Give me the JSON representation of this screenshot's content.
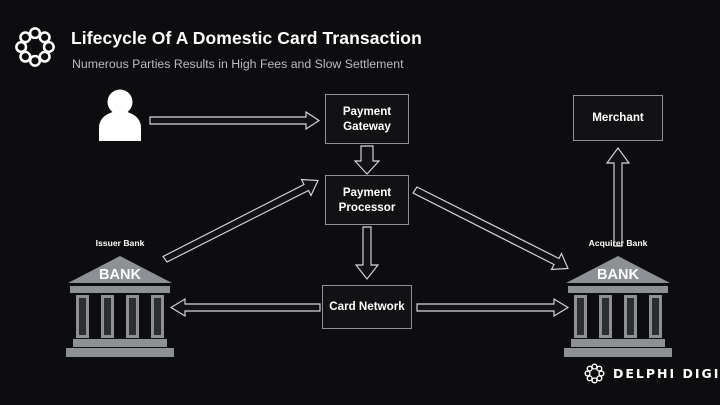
{
  "header": {
    "logo_icon": "delphi-ring-logo",
    "title": "Lifecycle Of A Domestic Card Transaction",
    "subtitle": "Numerous Parties Results in High Fees and Slow Settlement"
  },
  "diagram": {
    "type": "flow-diagram",
    "nodes": [
      {
        "id": "customer",
        "label": "",
        "kind": "person-icon"
      },
      {
        "id": "payment-gateway",
        "label": "Payment\nGateway",
        "line1": "Payment",
        "line2": "Gateway",
        "kind": "box"
      },
      {
        "id": "payment-processor",
        "label": "Payment\nProcessor",
        "line1": "Payment",
        "line2": "Processor",
        "kind": "box"
      },
      {
        "id": "card-network",
        "label": "Card Network",
        "line1": "Card Network",
        "line2": "",
        "kind": "box"
      },
      {
        "id": "merchant",
        "label": "Merchant",
        "line1": "Merchant",
        "line2": "",
        "kind": "box"
      },
      {
        "id": "issuer-bank",
        "label": "Issuer Bank",
        "building_text": "BANK",
        "kind": "bank"
      },
      {
        "id": "acquirer-bank",
        "label": "Acquirer Bank",
        "building_text": "BANK",
        "kind": "bank"
      }
    ],
    "edges": [
      {
        "from": "customer",
        "to": "payment-gateway",
        "style": "outlined-arrow",
        "direction": "right"
      },
      {
        "from": "payment-gateway",
        "to": "payment-processor",
        "style": "block-arrow",
        "direction": "down"
      },
      {
        "from": "issuer-bank",
        "to": "payment-processor",
        "style": "outlined-arrow",
        "direction": "up-right"
      },
      {
        "from": "payment-processor",
        "to": "acquirer-bank",
        "style": "outlined-arrow",
        "direction": "down-right"
      },
      {
        "from": "payment-processor",
        "to": "card-network",
        "style": "outlined-arrow",
        "direction": "down"
      },
      {
        "from": "card-network",
        "to": "issuer-bank",
        "style": "outlined-arrow",
        "direction": "left"
      },
      {
        "from": "card-network",
        "to": "acquirer-bank",
        "style": "outlined-arrow",
        "direction": "right"
      },
      {
        "from": "acquirer-bank",
        "to": "merchant",
        "style": "outlined-arrow",
        "direction": "up"
      }
    ]
  },
  "footer": {
    "logo_icon": "delphi-ring-logo",
    "brand": "DELPHI DIGITAL"
  },
  "colors": {
    "background": "#0d0d0f",
    "box_border": "#8e9196",
    "text": "#ffffff",
    "subtitle": "#b9bcc0",
    "bank_fill": "#8d9094",
    "arrow_stroke": "#d6d8da"
  }
}
